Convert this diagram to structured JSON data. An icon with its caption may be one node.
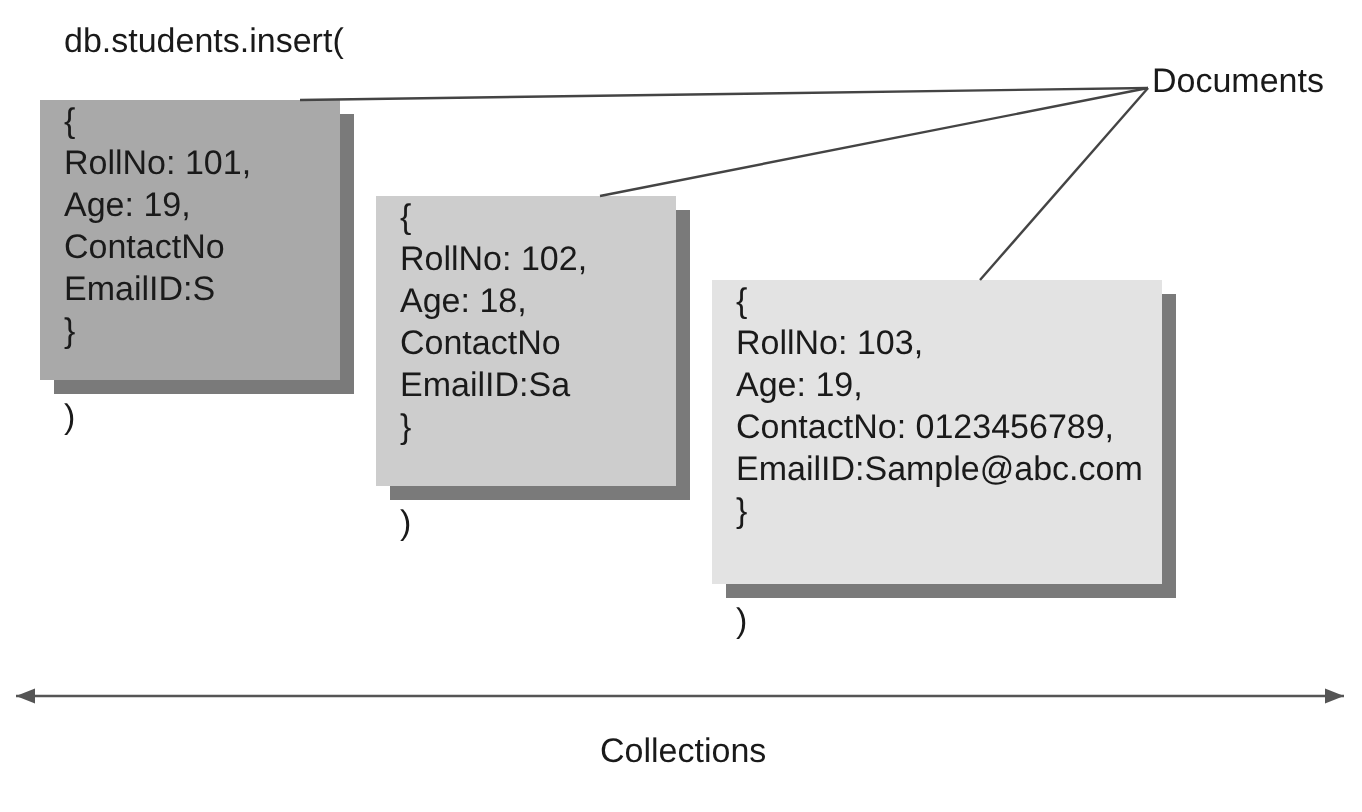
{
  "diagram": {
    "nodes": [
      {
        "text": [
          "{",
          "RollNo: 101,",
          "Age: 19,",
          "ContactNo",
          "EmailID:S",
          "}"
        ],
        "beside": [
          ")"
        ]
      },
      {
        "text": [
          "{",
          "RollNo: 102,",
          "Age: 18,",
          "ContactNo",
          "EmailID:Sa",
          "}"
        ],
        "beside": [
          ")"
        ]
      },
      {
        "text": [
          "{",
          "RollNo: 103,",
          "Age: 19,",
          "ContactNo: 0123456789,",
          "EmailID:Sample@abc.com",
          "}"
        ],
        "beside": [
          ")"
        ]
      },
      {
        "text": [
          "Documents"
        ]
      }
    ],
    "edges": [
      {
        "from": 3,
        "to": 0,
        "arrow": "none"
      },
      {
        "from": 3,
        "to": 1,
        "arrow": "none"
      },
      {
        "from": 3,
        "to": 2,
        "arrow": "none"
      }
    ],
    "labels": [
      "db.students.insert(",
      "Collections"
    ]
  }
}
